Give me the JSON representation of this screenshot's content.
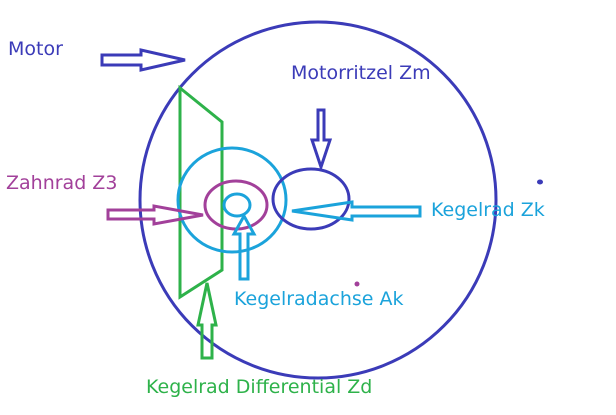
{
  "colors": {
    "blue": "#3b3bb8",
    "cyan": "#1ba3db",
    "purple": "#a2409a",
    "green": "#2eb24a"
  },
  "labels": {
    "motor": "Motor",
    "motorritzel": "Motorritzel Zm",
    "zahnrad": "Zahnrad Z3",
    "kegelrad_zk": "Kegelrad Zk",
    "kegelradachse": "Kegelradachse Ak",
    "kegelrad_differential": "Kegelrad Differential Zd"
  }
}
